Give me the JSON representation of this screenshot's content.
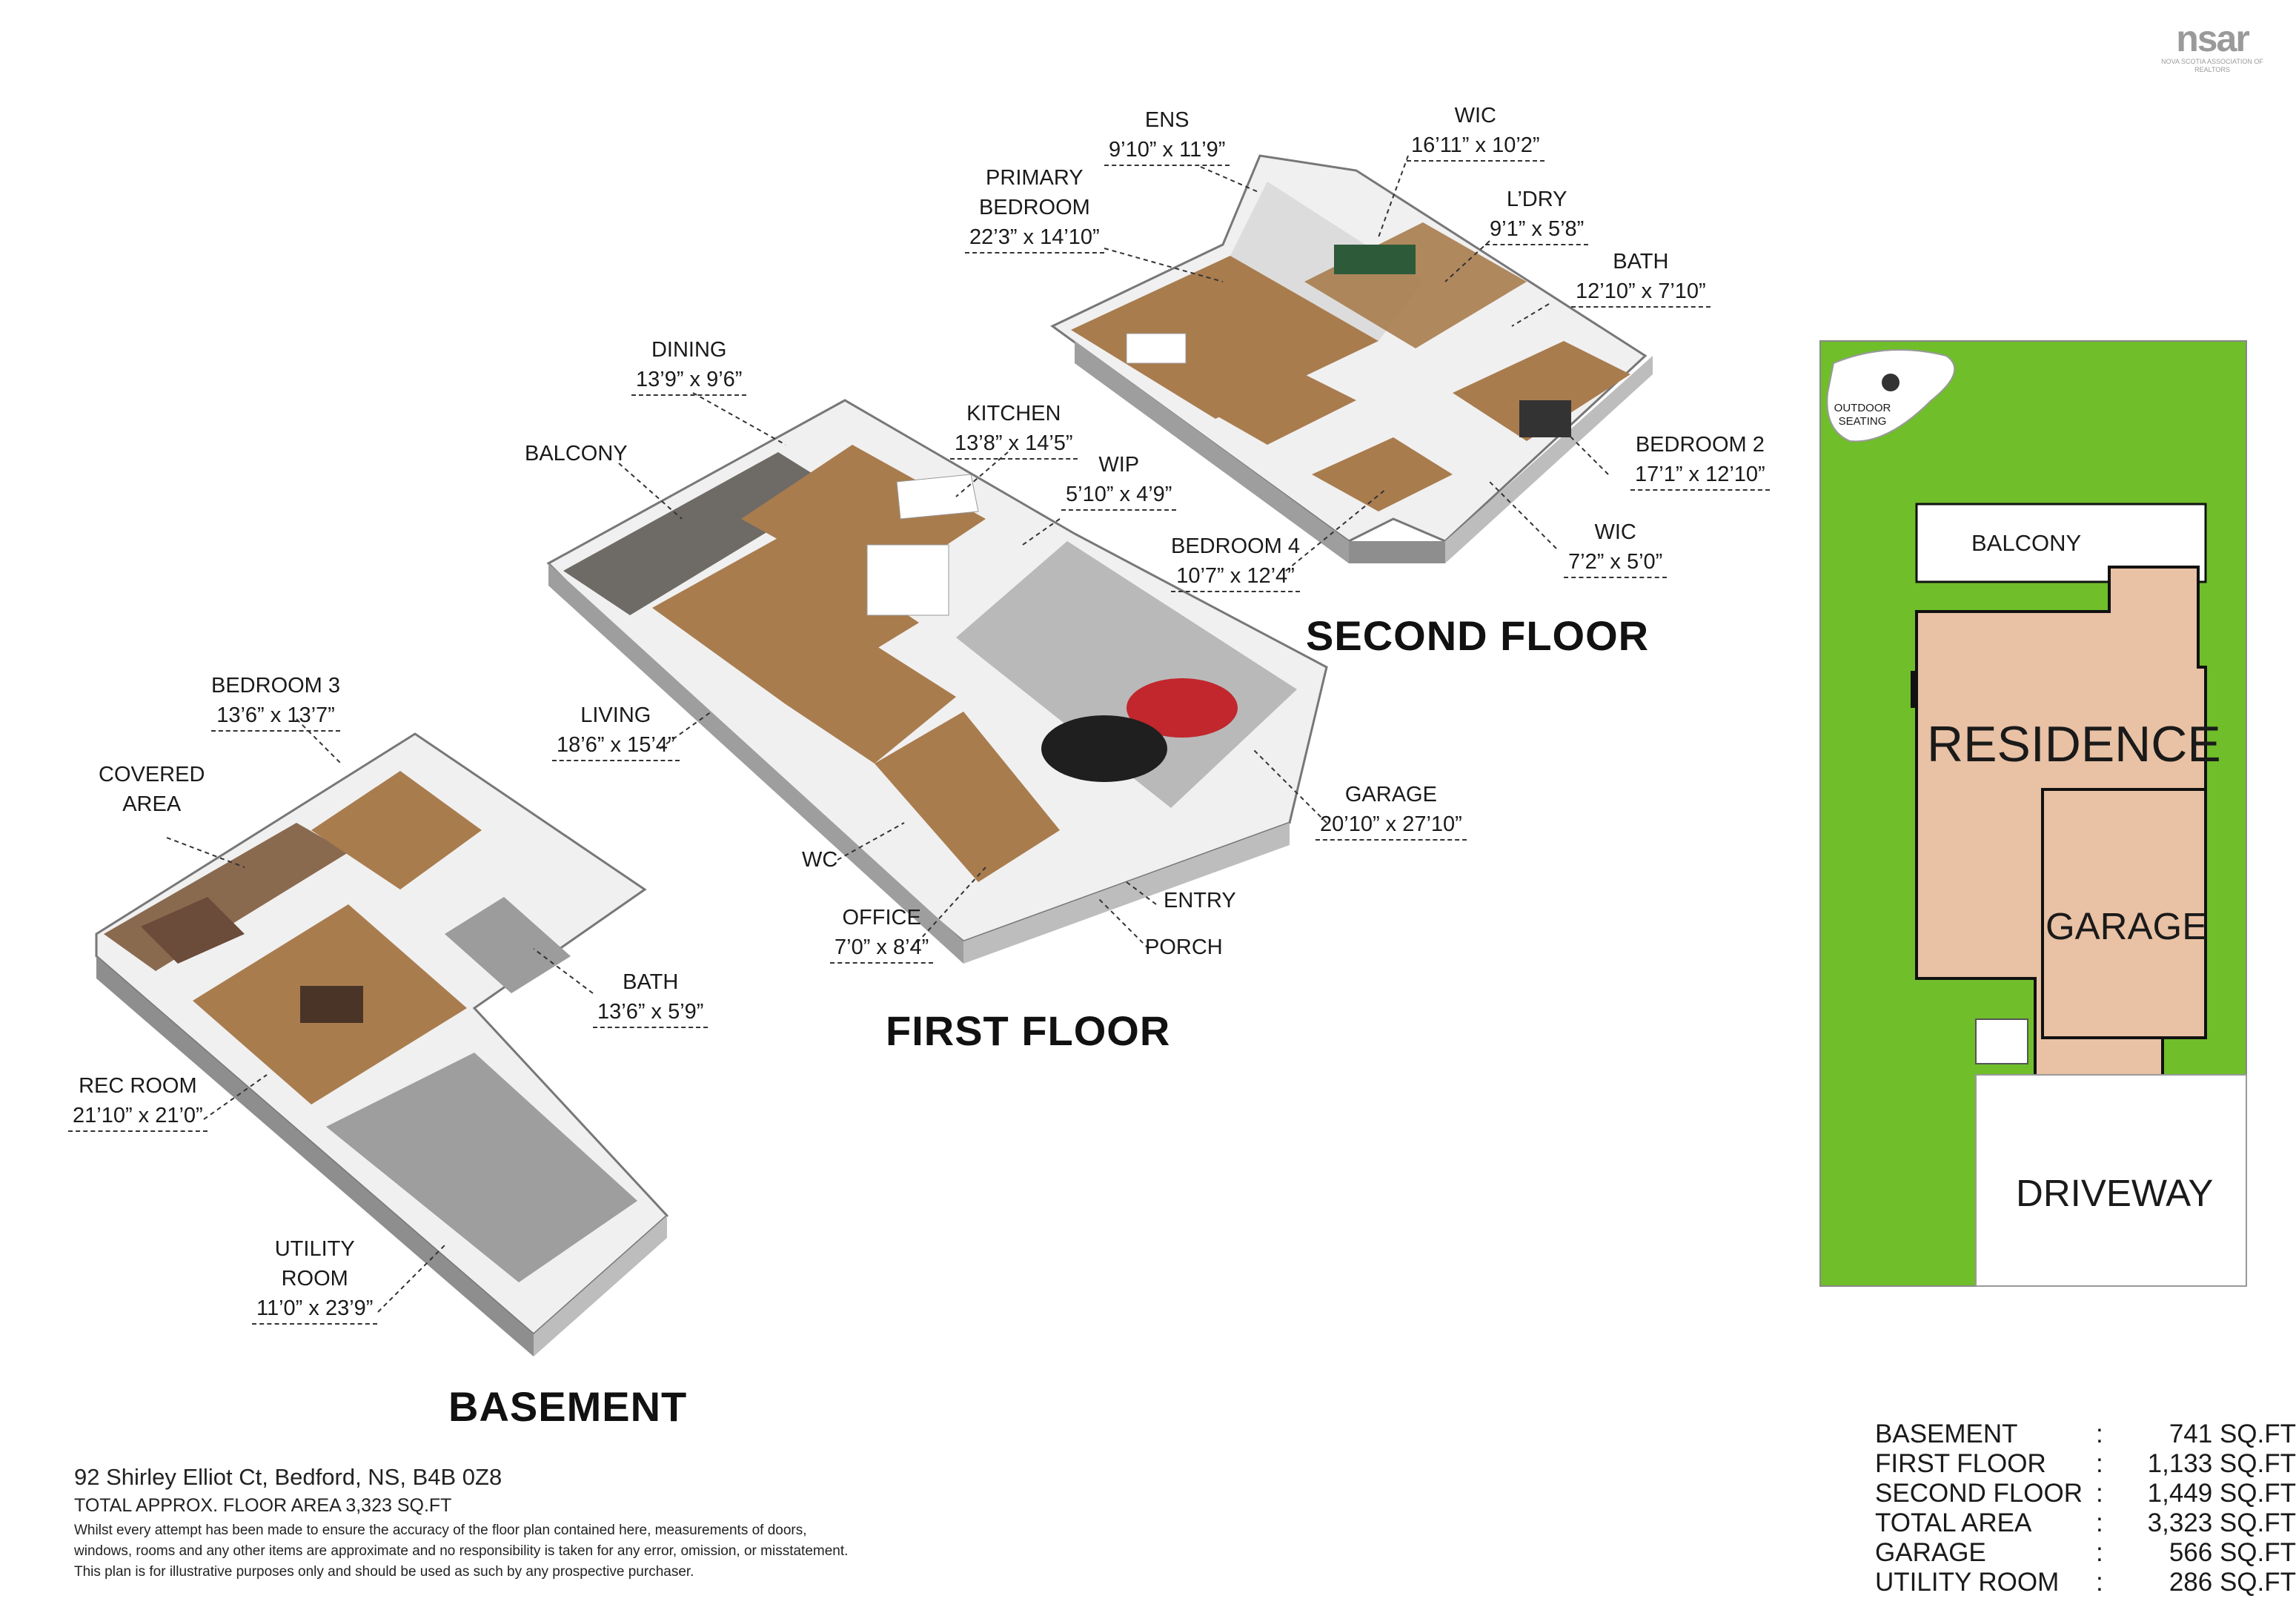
{
  "logo": {
    "text": "nsar",
    "subtitle": "NOVA SCOTIA ASSOCIATION OF REALTORS"
  },
  "floors": {
    "basement": "BASEMENT",
    "first": "FIRST FLOOR",
    "second": "SECOND FLOOR"
  },
  "rooms": {
    "ens": {
      "name": "ENS",
      "dim": "9’10” x 11’9”"
    },
    "primary": {
      "name1": "PRIMARY",
      "name2": "BEDROOM",
      "dim": "22’3” x 14’10”"
    },
    "wic_top": {
      "name": "WIC",
      "dim": "16’11” x 10’2”"
    },
    "ldry": {
      "name": "L’DRY",
      "dim": "9’1” x 5’8”"
    },
    "bath2": {
      "name": "BATH",
      "dim": "12’10” x 7’10”"
    },
    "bedroom2": {
      "name": "BEDROOM 2",
      "dim": "17’1” x 12’10”"
    },
    "wic_small": {
      "name": "WIC",
      "dim": "7’2” x 5’0”"
    },
    "bedroom4": {
      "name": "BEDROOM 4",
      "dim": "10’7” x 12’4”"
    },
    "dining": {
      "name": "DINING",
      "dim": "13’9” x 9’6”"
    },
    "kitchen": {
      "name": "KITCHEN",
      "dim": "13’8” x 14’5”"
    },
    "wip": {
      "name": "WIP",
      "dim": "5’10” x 4’9”"
    },
    "balcony": {
      "name": "BALCONY"
    },
    "living": {
      "name": "LIVING",
      "dim": "18’6” x 15’4”"
    },
    "garage": {
      "name": "GARAGE",
      "dim": "20’10” x 27’10”"
    },
    "wc": {
      "name": "WC"
    },
    "office": {
      "name": "OFFICE",
      "dim": "7’0” x 8’4”"
    },
    "entry": {
      "name": "ENTRY"
    },
    "porch": {
      "name": "PORCH"
    },
    "bedroom3": {
      "name": "BEDROOM 3",
      "dim": "13’6” x 13’7”"
    },
    "covered": {
      "name1": "COVERED",
      "name2": "AREA"
    },
    "bath1": {
      "name": "BATH",
      "dim": "13’6” x 5’9”"
    },
    "rec": {
      "name": "REC ROOM",
      "dim": "21’10” x 21’0”"
    },
    "utility": {
      "name1": "UTILITY",
      "name2": "ROOM",
      "dim": "11’0” x 23’9”"
    }
  },
  "site": {
    "outdoor1": "OUTDOOR",
    "outdoor2": "SEATING",
    "balcony": "BALCONY",
    "residence": "RESIDENCE",
    "garage": "GARAGE",
    "driveway": "DRIVEWAY"
  },
  "footer": {
    "address": "92 Shirley Elliot Ct, Bedford, NS, B4B 0Z8",
    "total": "TOTAL APPROX. FLOOR AREA 3,323 SQ.FT",
    "disclaimer1": "Whilst every attempt has been made to ensure the accuracy of the floor plan contained here, measurements of doors,",
    "disclaimer2": "windows, rooms and any other items are approximate and no responsibility is taken for any error, omission, or misstatement.",
    "disclaimer3": "This plan is for illustrative purposes only and should be used as such by any prospective purchaser."
  },
  "areas": [
    {
      "name": "BASEMENT",
      "sep": ":",
      "value": "741 SQ.FT"
    },
    {
      "name": "FIRST FLOOR",
      "sep": ":",
      "value": "1,133 SQ.FT"
    },
    {
      "name": "SECOND FLOOR",
      "sep": ":",
      "value": "1,449 SQ.FT"
    },
    {
      "name": "TOTAL AREA",
      "sep": ":",
      "value": "3,323 SQ.FT"
    },
    {
      "name": "GARAGE",
      "sep": ":",
      "value": "566 SQ.FT"
    },
    {
      "name": "UTILITY ROOM",
      "sep": ":",
      "value": "286 SQ.FT"
    }
  ],
  "colors": {
    "lawn": "#6fbe2a",
    "residence": "#e9c1a4",
    "wood": "#a97c4e",
    "concrete": "#b9b9b9",
    "wall": "#f4f4f4"
  }
}
